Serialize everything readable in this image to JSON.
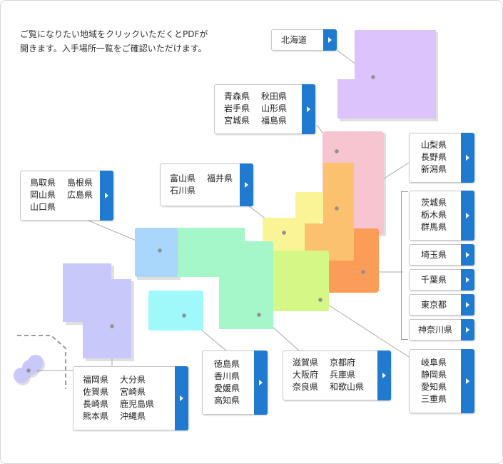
{
  "intro": {
    "line1": "ご覧になりたい地域をクリックいただくとPDFが",
    "line2": "開きます。入手場所一覧をご確認いただけます。"
  },
  "colors": {
    "hokkaido": "#dcc3fb",
    "tohoku": "#f7c5d0",
    "koshinetsu": "#fbc16f",
    "kanto": "#fb9d58",
    "hokuriku": "#fbf497",
    "tokai": "#d5f785",
    "chugoku": "#a9d6fb",
    "kinki": "#a5f6c8",
    "shikoku": "#9ff9fb",
    "kyushu": "#c8c8fb",
    "button": "#1f7ad0"
  },
  "regions": {
    "hokkaido": {
      "prefs": [
        "北海道"
      ]
    },
    "tohoku": {
      "prefs": [
        "青森県",
        "秋田県",
        "岩手県",
        "山形県",
        "宮城県",
        "福島県"
      ]
    },
    "koshinetsu": {
      "prefs": [
        "山梨県",
        "長野県",
        "新潟県"
      ]
    },
    "kita_kanto": {
      "prefs": [
        "茨城県",
        "栃木県",
        "群馬県"
      ]
    },
    "saitama": {
      "prefs": [
        "埼玉県"
      ]
    },
    "chiba": {
      "prefs": [
        "千葉県"
      ]
    },
    "tokyo": {
      "prefs": [
        "東京都"
      ]
    },
    "kanagawa": {
      "prefs": [
        "神奈川県"
      ]
    },
    "hokuriku": {
      "prefs": [
        "富山県",
        "福井県",
        "石川県"
      ]
    },
    "chugoku": {
      "prefs": [
        "鳥取県",
        "島根県",
        "岡山県",
        "広島県",
        "山口県"
      ]
    },
    "tokai": {
      "prefs": [
        "岐阜県",
        "静岡県",
        "愛知県",
        "三重県"
      ]
    },
    "kinki": {
      "prefs": [
        "滋賀県",
        "京都府",
        "大阪府",
        "兵庫県",
        "奈良県",
        "和歌山県"
      ]
    },
    "shikoku": {
      "prefs": [
        "徳島県",
        "香川県",
        "愛媛県",
        "高知県"
      ]
    },
    "kyushu": {
      "prefs": [
        "福岡県",
        "大分県",
        "佐賀県",
        "宮崎県",
        "長崎県",
        "鹿児島県",
        "熊本県",
        "沖縄県"
      ]
    }
  }
}
